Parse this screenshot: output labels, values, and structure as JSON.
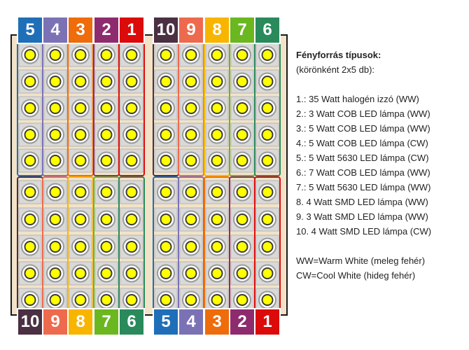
{
  "colors": {
    "board_fill": "#f2e3c8",
    "board_outline": "#1a1a1a",
    "tile": "#d9d9d9",
    "led_ring": "#9a9a9a",
    "led_core": "#ffff00"
  },
  "groups": {
    "1": {
      "color": "#dc0b0b"
    },
    "2": {
      "color": "#8e2b6e"
    },
    "3": {
      "color": "#ee6c0b"
    },
    "4": {
      "color": "#7b72b6"
    },
    "5": {
      "color": "#1f6fb8"
    },
    "6": {
      "color": "#2a8a5c"
    },
    "7": {
      "color": "#6ab71f"
    },
    "8": {
      "color": "#f7b500"
    },
    "9": {
      "color": "#ee6a4e"
    },
    "10": {
      "color": "#4a3042"
    }
  },
  "layout": {
    "top_left_order": [
      "5",
      "4",
      "3",
      "2",
      "1"
    ],
    "top_right_order": [
      "10",
      "9",
      "8",
      "7",
      "6"
    ],
    "bottom_left_order": [
      "10",
      "9",
      "8",
      "7",
      "6"
    ],
    "bottom_right_order": [
      "5",
      "4",
      "3",
      "2",
      "1"
    ],
    "leds_per_column": 5
  },
  "legend": {
    "title": "Fényforrás típusok:",
    "subtitle": "(körönként 2x5 db):",
    "items": [
      "1.: 35 Watt halogén izzó (WW)",
      "2.: 3 Watt COB LED lámpa (WW)",
      "3.: 5 Watt COB LED lámpa (WW)",
      "4.: 5 Watt COB LED lámpa (CW)",
      "5.: 5 Watt 5630 LED lámpa (CW)",
      "6.: 7 Watt COB LED lámpa (WW)",
      "7.: 5 Watt 5630 LED lámpa (WW)",
      "8. 4 Watt SMD LED lámpa (WW)",
      "9. 3 Watt SMD LED lámpa (WW)",
      "10. 4 Watt SMD LED lámpa (CW)"
    ],
    "notes": [
      "WW=Warm White (meleg fehér)",
      "CW=Cool White (hideg fehér)"
    ]
  }
}
